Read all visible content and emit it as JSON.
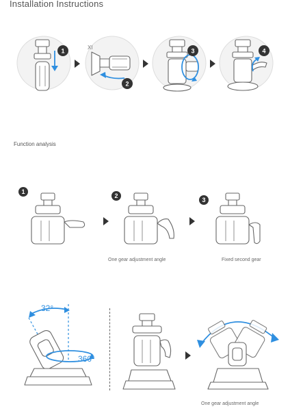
{
  "header": {
    "title": "Installation Instructions"
  },
  "install_steps": [
    "1",
    "2",
    "3",
    "4"
  ],
  "function": {
    "title": "Function analysis",
    "steps": [
      "1",
      "2",
      "3"
    ],
    "caption_one_gear": "One gear adjustment angle",
    "caption_fixed_second": "Fixed second gear"
  },
  "rotation": {
    "tilt_angle": "32°",
    "spin_angle": "360°",
    "caption": "One gear adjustment angle"
  },
  "colors": {
    "accent_blue": "#2f8fe0",
    "badge": "#333333",
    "line": "#666666"
  }
}
